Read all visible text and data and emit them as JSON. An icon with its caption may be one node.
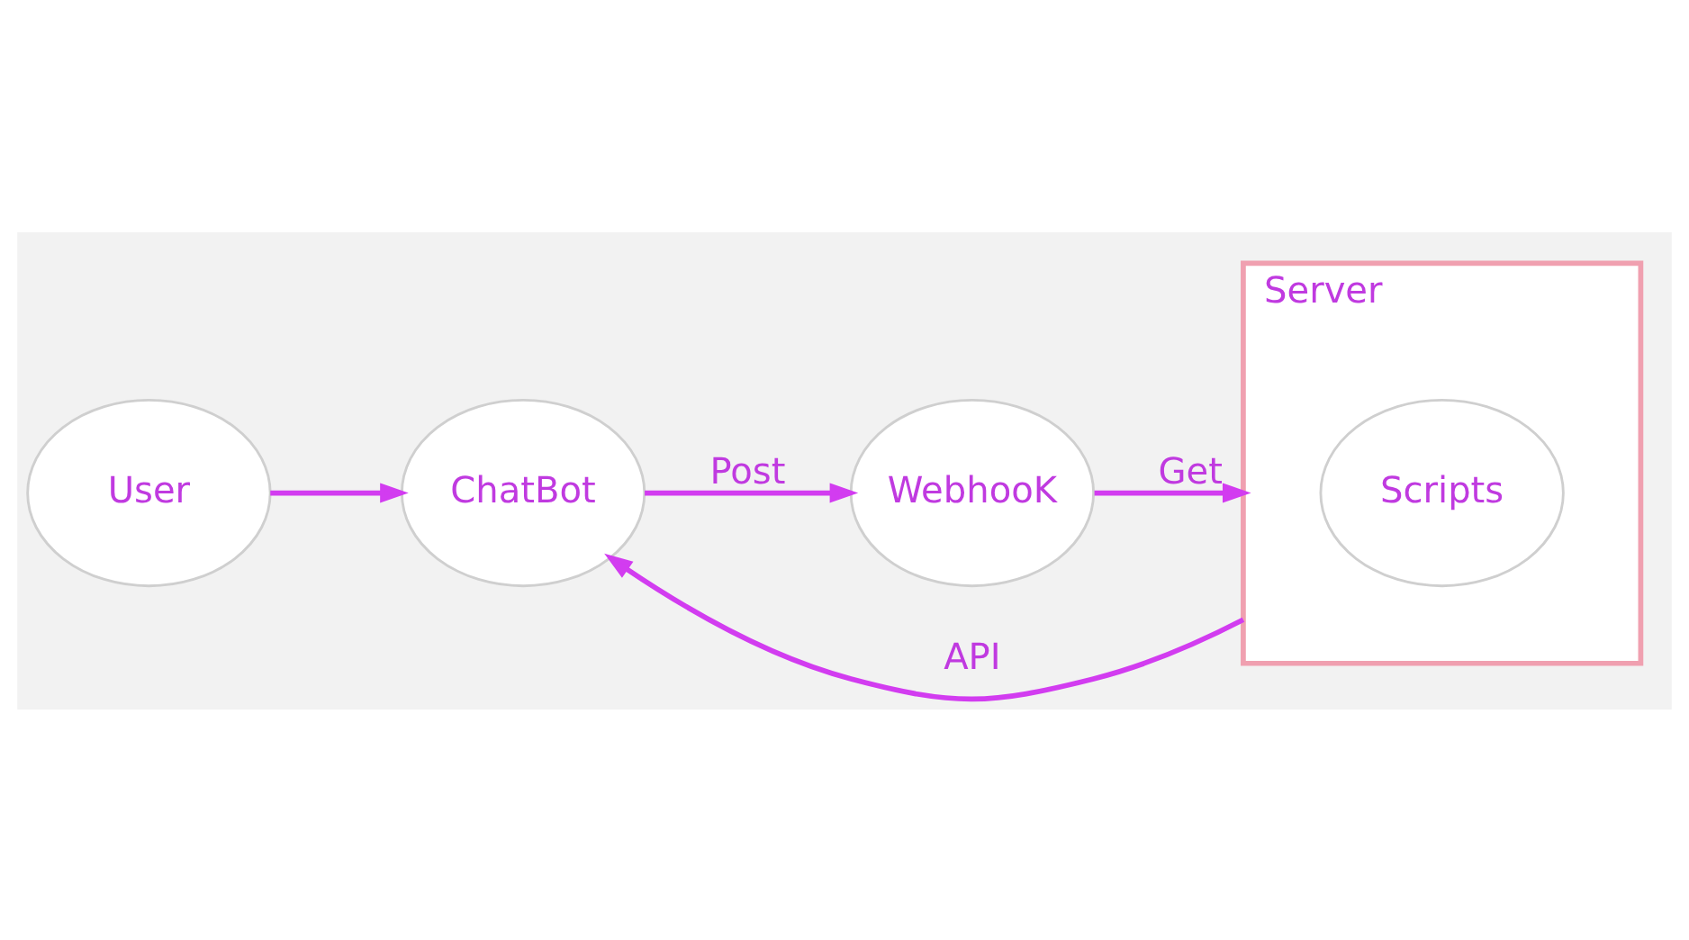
{
  "diagram": {
    "nodes": [
      {
        "text": [
          "User"
        ]
      },
      {
        "text": [
          "ChatBot"
        ]
      },
      {
        "text": [
          "WebhooK"
        ]
      },
      {
        "text": [
          "Server"
        ]
      },
      {
        "text": [
          "Scripts"
        ],
        "in": 3
      }
    ],
    "edges": [
      {
        "from": 0,
        "to": 1,
        "arrow": "to"
      },
      {
        "from": 1,
        "to": 2,
        "arrow": "to",
        "label": "Post"
      },
      {
        "from": 2,
        "to": 3,
        "arrow": "to",
        "label": "Get"
      },
      {
        "from": 3,
        "to": 1,
        "arrow": "to",
        "label": "API"
      }
    ]
  }
}
